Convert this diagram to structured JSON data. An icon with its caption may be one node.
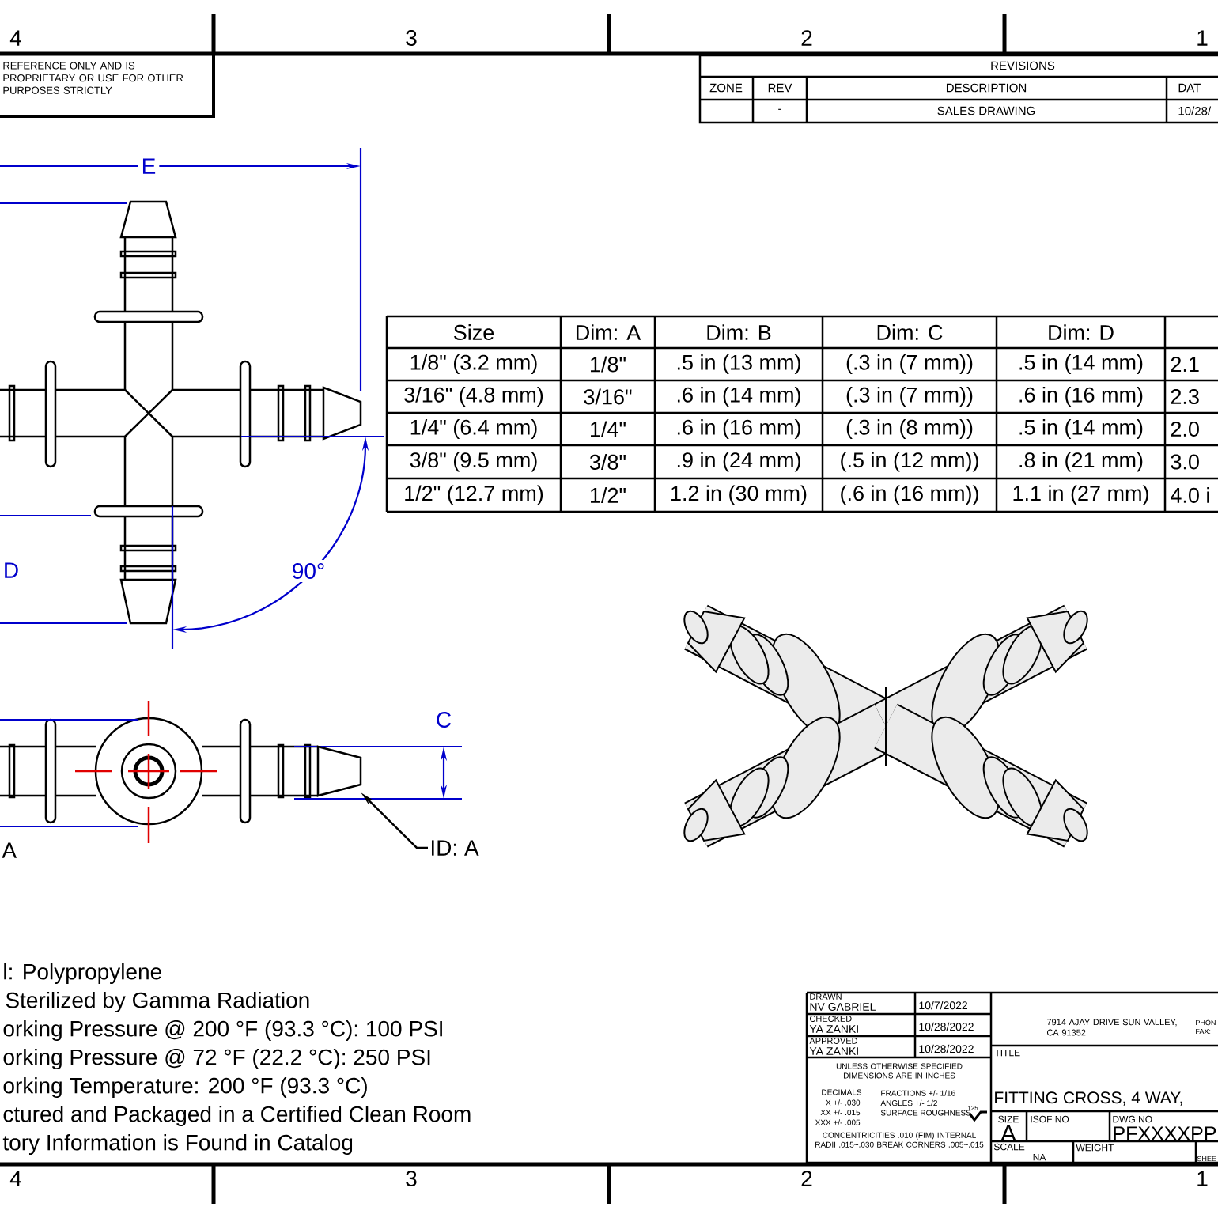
{
  "diagram": {
    "nodes": [
      {
        "text": [
          "ID: A"
        ]
      },
      {
        "text": [],
        "shape": "trapezoid"
      }
    ],
    "edges": [
      {
        "from": 0,
        "to": 1,
        "arrow": "to"
      }
    ],
    "labels": [
      "4",
      "3",
      "2",
      "1",
      "REFERENCE ONLY AND IS PROPRIETARY OR USE FOR OTHER PURPOSES STRICTLY",
      "REVISIONS",
      "ZONE",
      "REV",
      "DESCRIPTION",
      "DAT",
      "-",
      "SALES DRAWING",
      "10/28/",
      "E",
      "Size",
      "Dim: A",
      "Dim: B",
      "Dim: C",
      "Dim: D",
      "1/8\" (3.2 mm)",
      "1/8\"",
      ".5 in (13 mm)",
      "(.3 in (7 mm))",
      ".5 in (14 mm)",
      "2.1",
      "3/16\" (4.8 mm)",
      "3/16\"",
      ".6 in (14 mm)",
      "(.3 in (7 mm))",
      ".6 in (16 mm)",
      "2.3",
      "1/4\" (6.4 mm)",
      "1/4\"",
      ".6 in (16 mm)",
      "(.3 in (8 mm))",
      ".5 in (14 mm)",
      "2.0",
      "3/8\" (9.5 mm)",
      "3/8\"",
      ".9 in (24 mm)",
      "(.5 in (12 mm))",
      ".8 in (21 mm)",
      "3.0",
      "1/2\" (12.7 mm)",
      "1/2\"",
      "1.2 in (30 mm)",
      "(.6 in (16 mm))",
      "1.1 in (27 mm)",
      "4.0 i",
      "D",
      "90°",
      "C",
      "A",
      "l: Polypropylene",
      "Sterilized by Gamma Radiation",
      "orking Pressure @ 200 °F (93.3 °C): 100 PSI",
      "orking Pressure @ 72 °F (22.2 °C): 250 PSI",
      "orking Temperature: 200 °F (93.3 °C)",
      "ctured and Packaged in a Certified Clean Room",
      "tory Information is Found in Catalog",
      "DRAWN",
      "NV GABRIEL",
      "10/7/2022",
      "CHECKED",
      "YA ZANKI",
      "10/28/2022",
      "APPROVED",
      "YA ZANKI",
      "10/28/2022",
      "7914 AJAY DRIVE SUN VALLEY, CA 91352",
      "PHON",
      "FAX:",
      "UNLESS OTHERWISE SPECIFIED DIMENSIONS ARE IN INCHES",
      "DECIMALS",
      "X +/- .030",
      "XX +/- .015",
      "XXX +/- .005",
      "FRACTIONS +/- 1/16",
      "ANGLES +/- 1/2",
      "SURFACE ROUGHNESS",
      "125",
      "CONCENTRICITIES .010 (FIM) INTERNAL RADII .015~.030 BREAK CORNERS .005~.015",
      "TITLE",
      "FITTING CROSS, 4 WAY,",
      "SIZE",
      "A",
      "ISOF NO",
      "DWG NO",
      "PFXXXXPP",
      "SCALE",
      "NA",
      "WEIGHT",
      "SHEE",
      "4",
      "3",
      "2",
      "1"
    ]
  }
}
